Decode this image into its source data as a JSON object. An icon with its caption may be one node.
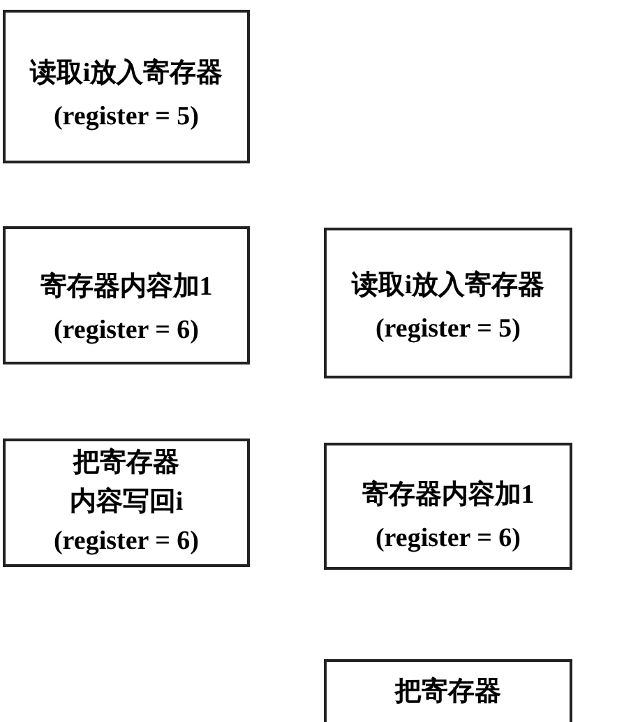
{
  "diagram": {
    "nodes": [
      {
        "text": [
          "读取i放入寄存器",
          "(register = 5)"
        ]
      },
      {
        "text": [
          "寄存器内容加1",
          "(register = 6)"
        ]
      },
      {
        "text": [
          "读取i放入寄存器",
          "(register = 5)"
        ]
      },
      {
        "text": [
          "把寄存器内容写回i",
          "(register = 6)"
        ]
      },
      {
        "text": [
          "寄存器内容加1",
          "(register = 6)"
        ]
      },
      {
        "text": [
          "把寄存器"
        ]
      }
    ]
  }
}
